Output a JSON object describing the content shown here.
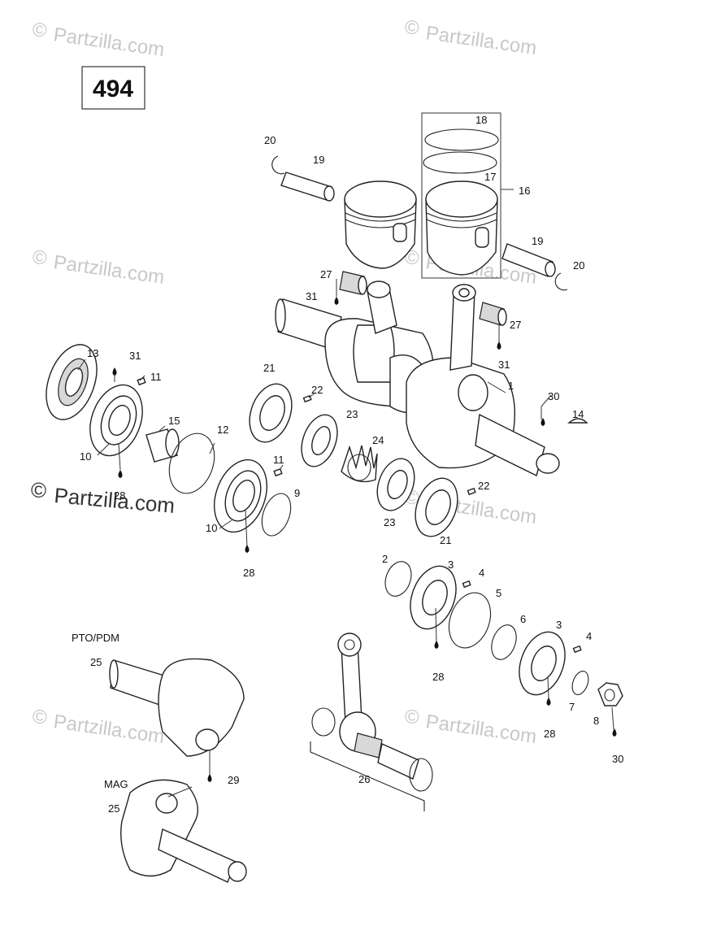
{
  "page_number": "494",
  "watermark": {
    "text": "Partzilla.com",
    "symbol": "©"
  },
  "group_labels": {
    "pto": "PTO/PDM",
    "mag": "MAG"
  },
  "callouts": {
    "c1": "1",
    "c2": "2",
    "c3a": "3",
    "c3b": "3",
    "c4a": "4",
    "c4b": "4",
    "c5": "5",
    "c6": "6",
    "c7": "7",
    "c8": "8",
    "c9": "9",
    "c10a": "10",
    "c10b": "10",
    "c11a": "11",
    "c11b": "11",
    "c12": "12",
    "c13": "13",
    "c14": "14",
    "c15": "15",
    "c16": "16",
    "c17": "17",
    "c18": "18",
    "c19a": "19",
    "c19b": "19",
    "c20a": "20",
    "c20b": "20",
    "c21a": "21",
    "c21b": "21",
    "c22a": "22",
    "c22b": "22",
    "c23a": "23",
    "c23b": "23",
    "c24": "24",
    "c25a": "25",
    "c25b": "25",
    "c26": "26",
    "c27a": "27",
    "c27b": "27",
    "c28a": "28",
    "c28b": "28",
    "c28c": "28",
    "c28d": "28",
    "c29": "29",
    "c30a": "30",
    "c30b": "30",
    "c31a": "31",
    "c31b": "31",
    "c31c": "31"
  },
  "colors": {
    "ink": "#222222",
    "watermark": "#c8c8c8",
    "background": "#ffffff"
  }
}
